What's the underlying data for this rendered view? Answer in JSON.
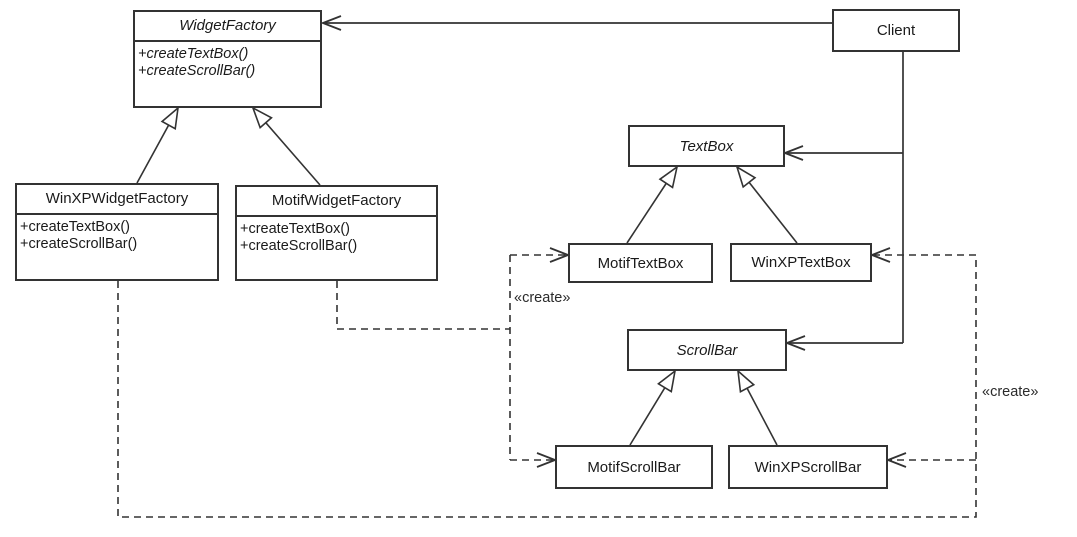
{
  "diagram": {
    "kind": "uml-class-diagram",
    "pattern": "Abstract Factory",
    "colors": {
      "background": "#ffffff",
      "line": "#333333",
      "text": "#1a1a1a",
      "box_fill": "#ffffff"
    }
  },
  "classes": {
    "widget_factory": {
      "name": "WidgetFactory",
      "abstract": true,
      "methods": [
        "+createTextBox()",
        "+createScrollBar()"
      ]
    },
    "client": {
      "name": "Client",
      "abstract": false,
      "methods": []
    },
    "winxp_widget_factory": {
      "name": "WinXPWidgetFactory",
      "abstract": false,
      "methods": [
        "+createTextBox()",
        "+createScrollBar()"
      ]
    },
    "motif_widget_factory": {
      "name": "MotifWidgetFactory",
      "abstract": false,
      "methods": [
        "+createTextBox()",
        "+createScrollBar()"
      ]
    },
    "textbox": {
      "name": "TextBox",
      "abstract": true,
      "methods": []
    },
    "motif_textbox": {
      "name": "MotifTextBox",
      "abstract": false,
      "methods": []
    },
    "winxp_textbox": {
      "name": "WinXPTextBox",
      "abstract": false,
      "methods": []
    },
    "scrollbar": {
      "name": "ScrollBar",
      "abstract": true,
      "methods": []
    },
    "motif_scrollbar": {
      "name": "MotifScrollBar",
      "abstract": false,
      "methods": []
    },
    "winxp_scrollbar": {
      "name": "WinXPScrollBar",
      "abstract": false,
      "methods": []
    }
  },
  "annotations": {
    "create_left": "«create»",
    "create_right": "«create»"
  },
  "relationships": [
    {
      "from": "Client",
      "to": "WidgetFactory",
      "type": "association-arrow"
    },
    {
      "from": "Client",
      "to": "TextBox",
      "type": "association-arrow"
    },
    {
      "from": "Client",
      "to": "ScrollBar",
      "type": "association-arrow"
    },
    {
      "from": "WinXPWidgetFactory",
      "to": "WidgetFactory",
      "type": "generalization"
    },
    {
      "from": "MotifWidgetFactory",
      "to": "WidgetFactory",
      "type": "generalization"
    },
    {
      "from": "MotifTextBox",
      "to": "TextBox",
      "type": "generalization"
    },
    {
      "from": "WinXPTextBox",
      "to": "TextBox",
      "type": "generalization"
    },
    {
      "from": "MotifScrollBar",
      "to": "ScrollBar",
      "type": "generalization"
    },
    {
      "from": "WinXPScrollBar",
      "to": "ScrollBar",
      "type": "generalization"
    },
    {
      "from": "MotifWidgetFactory",
      "to": "MotifTextBox",
      "type": "dependency",
      "label": "«create»"
    },
    {
      "from": "MotifWidgetFactory",
      "to": "MotifScrollBar",
      "type": "dependency",
      "label": "«create»"
    },
    {
      "from": "WinXPWidgetFactory",
      "to": "WinXPTextBox",
      "type": "dependency",
      "label": "«create»"
    },
    {
      "from": "WinXPWidgetFactory",
      "to": "WinXPScrollBar",
      "type": "dependency",
      "label": "«create»"
    }
  ]
}
